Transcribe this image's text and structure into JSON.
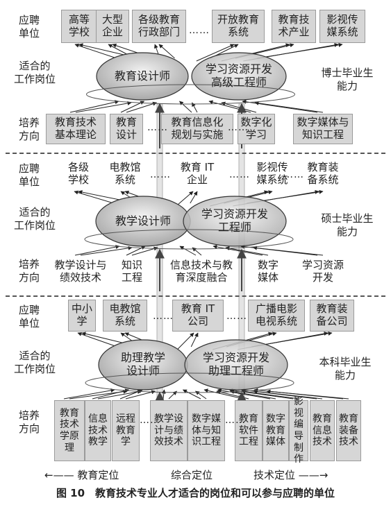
{
  "sections": [
    {
      "employer_label": "应聘\n单位",
      "post_label": "适合的\n工作岗位",
      "train_label": "培养\n方向",
      "employers": [
        "高等\n学校",
        "大型\n企业",
        "各级教育\n行政部门",
        "开放教育\n系统",
        "教育技\n术产业",
        "影视传\n媒系统"
      ],
      "positions": [
        "教育设计师",
        "学习资源开发\n高级工程师"
      ],
      "level": "博士毕业生\n能力",
      "training": [
        "教育技术\n基本理论",
        "教育\n设计",
        "教育信息化\n规划与实施",
        "数字化\n学习",
        "数字媒体与\n知识工程"
      ]
    },
    {
      "employer_label": "应聘\n单位",
      "post_label": "适合的\n工作岗位",
      "train_label": "培养\n方向",
      "employers": [
        "各级\n学校",
        "电教馆\n系统",
        "教育 IT\n企业",
        "影视传\n媒系统",
        "教育装\n备系统"
      ],
      "positions": [
        "教学设计师",
        "学习资源开发\n工程师"
      ],
      "level": "硕士毕业生\n能力",
      "training": [
        "教学设计与\n绩效技术",
        "知识\n工程",
        "信息技术与教\n育深度融合",
        "数字\n媒体",
        "学习资源\n开发"
      ]
    },
    {
      "employer_label": "应聘\n单位",
      "post_label": "适合的\n工作岗位",
      "train_label": "培养\n方向",
      "employers": [
        "中小\n学",
        "电教馆\n系统",
        "教育 IT\n公司",
        "广播电影\n电视系统",
        "教育装\n备公司"
      ],
      "positions": [
        "助理教学\n设计师",
        "学习资源开发\n助理工程师"
      ],
      "level": "本科毕业生\n能力",
      "training": [
        "教育技术学原理",
        "信息技术教学",
        "远程教育学",
        "教学设计与绩效技术",
        "数字媒体与知识工程",
        "教育软件工程",
        "数字教育媒体",
        "影视编导制作",
        "教育信息技术",
        "教育装备技术"
      ]
    }
  ],
  "ellipsis": "……",
  "bottom_axis": {
    "left": "教育定位",
    "center": "综合定位",
    "right": "技术定位"
  },
  "caption": "图 10　教育技术专业人才适合的岗位和可以参与应聘的单位"
}
